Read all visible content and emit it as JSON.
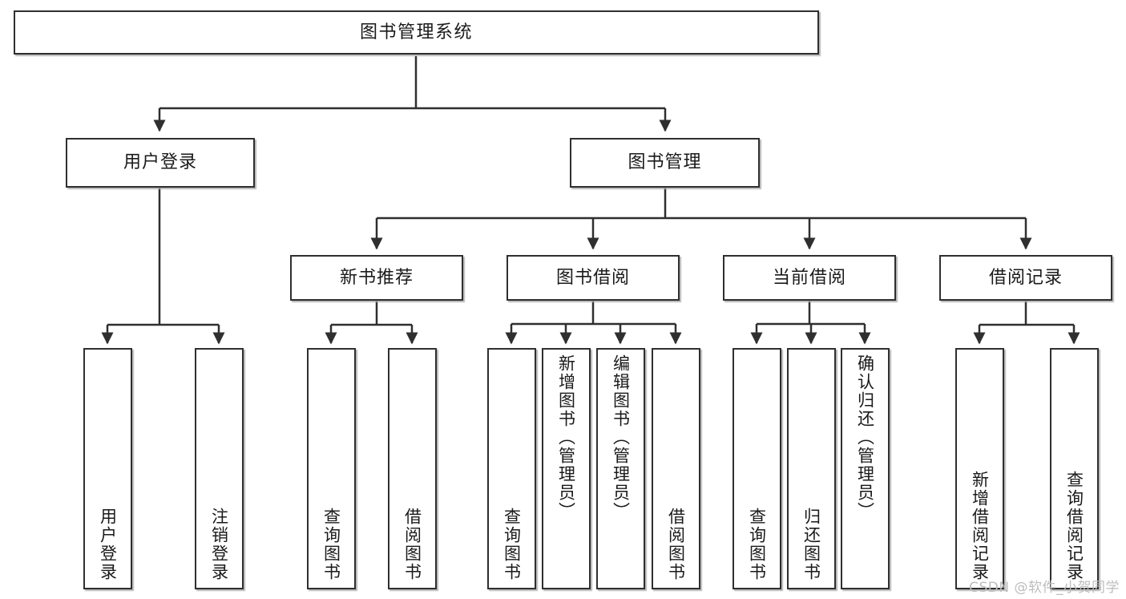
{
  "diagram": {
    "title": "图书管理系统",
    "watermark": "CSDN @软件_小贺同学",
    "colors": {
      "border": "#2f2f2f",
      "background": "#ffffff",
      "text": "#1a1a1a",
      "connector": "#2f2f2f",
      "watermark": "#bdbdbd"
    },
    "root": {
      "label": "图书管理系统"
    },
    "level2": [
      {
        "label": "用户登录"
      },
      {
        "label": "图书管理"
      }
    ],
    "level3": [
      {
        "label": "新书推荐"
      },
      {
        "label": "图书借阅"
      },
      {
        "label": "当前借阅"
      },
      {
        "label": "借阅记录"
      }
    ],
    "leaves": {
      "user_login": [
        {
          "label": "用户登录"
        },
        {
          "label": "注销登录"
        }
      ],
      "new_books": [
        {
          "label": "查询图书"
        },
        {
          "label": "借阅图书"
        }
      ],
      "book_borrow": [
        {
          "label": "查询图书"
        },
        {
          "label": "新增图书（管理员）"
        },
        {
          "label": "编辑图书（管理员）"
        },
        {
          "label": "借阅图书"
        }
      ],
      "current_borrow": [
        {
          "label": "查询图书"
        },
        {
          "label": "归还图书"
        },
        {
          "label": "确认归还（管理员）"
        }
      ],
      "borrow_records": [
        {
          "label": "新增借阅记录"
        },
        {
          "label": "查询借阅记录"
        }
      ]
    }
  }
}
